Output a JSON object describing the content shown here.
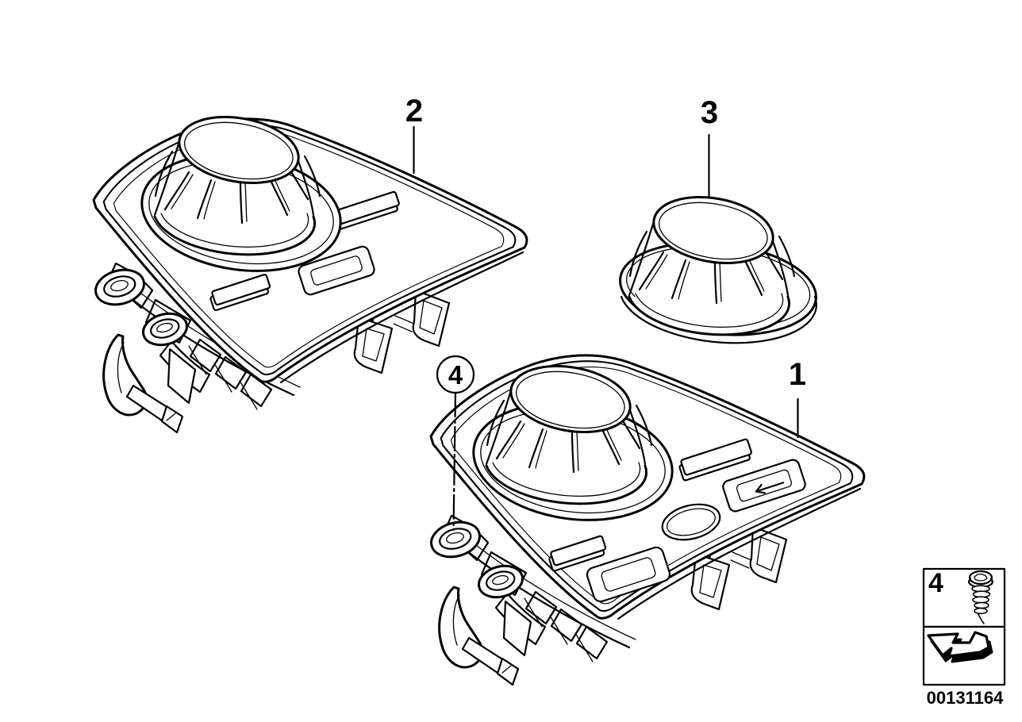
{
  "diagram": {
    "description": "Exploded parts diagram of a controller (rotary knob unit) with mounting plate variants, separate knob and fixing screw",
    "callouts": [
      {
        "id": "1",
        "label": "1"
      },
      {
        "id": "2",
        "label": "2"
      },
      {
        "id": "3",
        "label": "3"
      },
      {
        "id": "4",
        "label": "4"
      }
    ],
    "legend": {
      "item_label": "4",
      "screw_icon": "screw-icon",
      "arrow_icon": "direction-arrow-icon"
    },
    "part_number": "00131164",
    "colors": {
      "line": "#000000",
      "background": "#ffffff"
    }
  }
}
